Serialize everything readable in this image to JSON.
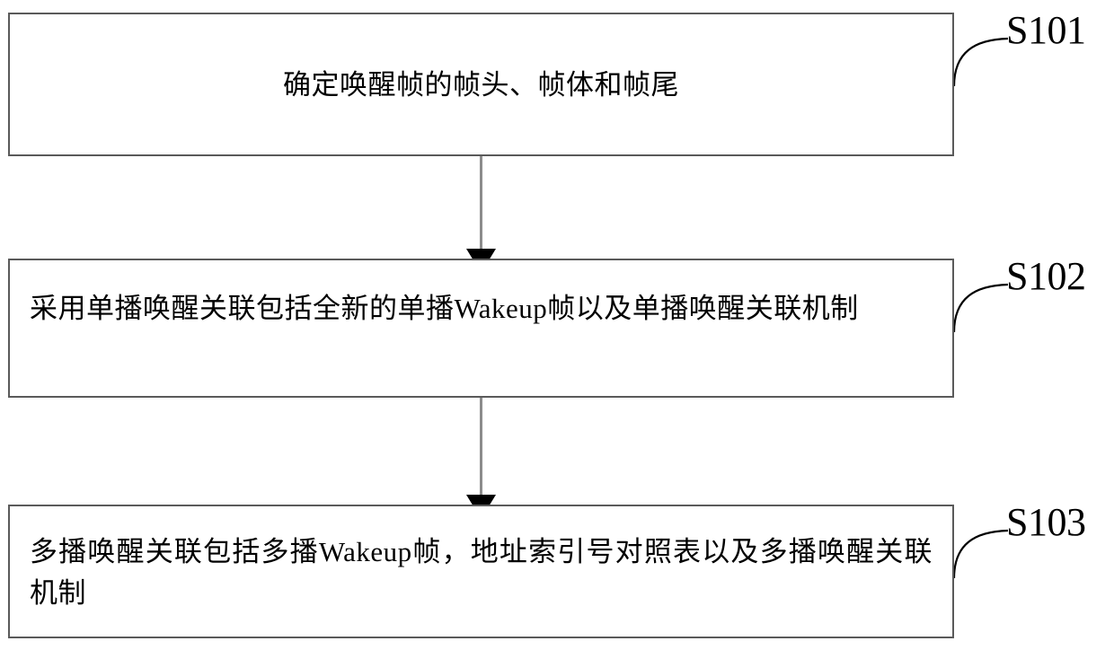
{
  "diagram": {
    "type": "flowchart",
    "orientation": "vertical",
    "nodes": [
      {
        "id": "S101",
        "step_label": "S101",
        "text": "确定唤醒帧的帧头、帧体和帧尾",
        "align": "center"
      },
      {
        "id": "S102",
        "step_label": "S102",
        "text": "采用单播唤醒关联包括全新的单播Wakeup帧以及单播唤醒关联机制",
        "align": "justify"
      },
      {
        "id": "S103",
        "step_label": "S103",
        "text": "多播唤醒关联包括多播Wakeup帧，地址索引号对照表以及多播唤醒关联机制",
        "align": "justify"
      }
    ],
    "connectors": [
      {
        "from": "S101",
        "to": "S102",
        "style": "arrow-down"
      },
      {
        "from": "S102",
        "to": "S103",
        "style": "arrow-down"
      }
    ],
    "colors": {
      "box_border": "#5a5a5a",
      "connector_line": "#8c8c8c",
      "arrow_head": "#000000",
      "leader_line": "#000000",
      "text": "#000000",
      "background": "#ffffff"
    }
  }
}
